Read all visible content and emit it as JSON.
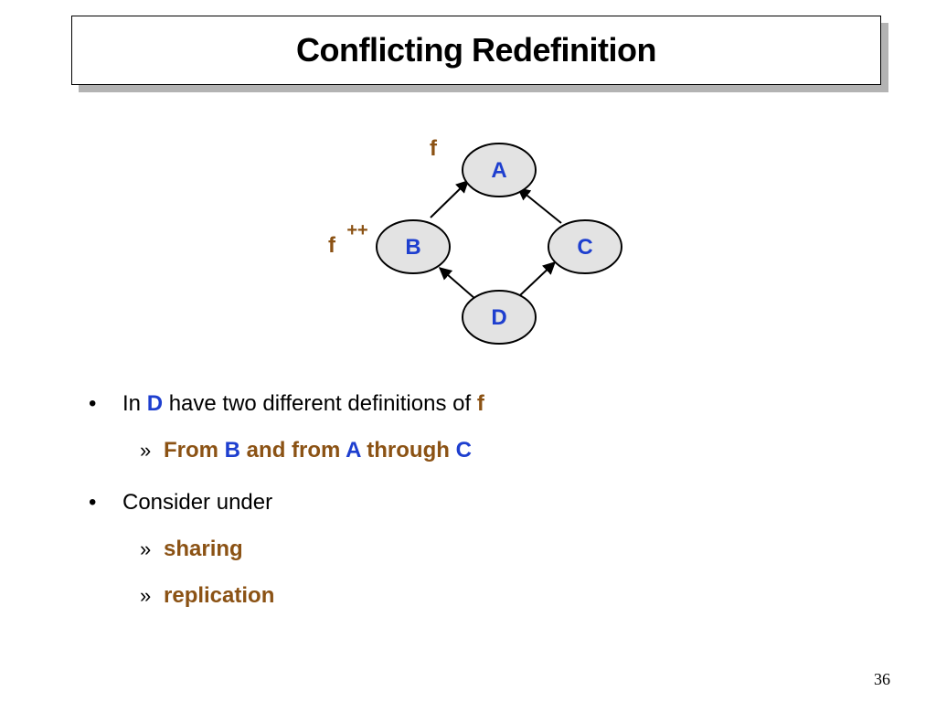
{
  "title": "Conflicting Redefinition",
  "diagram": {
    "nodes": [
      {
        "id": "A",
        "label": "A"
      },
      {
        "id": "B",
        "label": "B"
      },
      {
        "id": "C",
        "label": "C"
      },
      {
        "id": "D",
        "label": "D"
      }
    ],
    "edges": [
      {
        "from": "B",
        "to": "A"
      },
      {
        "from": "C",
        "to": "A"
      },
      {
        "from": "D",
        "to": "B"
      },
      {
        "from": "D",
        "to": "C"
      }
    ],
    "label_a": "f",
    "label_b": "f",
    "label_b_sup": "++"
  },
  "bullets": {
    "b1": {
      "marker": "•",
      "t1": "In ",
      "t2": "D",
      "t3": " have two different definitions of ",
      "t4": "f"
    },
    "b1_sub": {
      "marker": "»",
      "t1": "From ",
      "t2": "B",
      "t3": " and from ",
      "t4": "A",
      "t5": " through ",
      "t6": "C"
    },
    "b2": {
      "marker": "•",
      "text": "Consider under"
    },
    "b2_sub1": {
      "marker": "»",
      "text": "sharing"
    },
    "b2_sub2": {
      "marker": "»",
      "text": "replication"
    }
  },
  "page_number": "36",
  "colors": {
    "node_fill": "#e3e3e3",
    "node_label": "#1e3fcf",
    "accent_brown": "#8b5214"
  }
}
